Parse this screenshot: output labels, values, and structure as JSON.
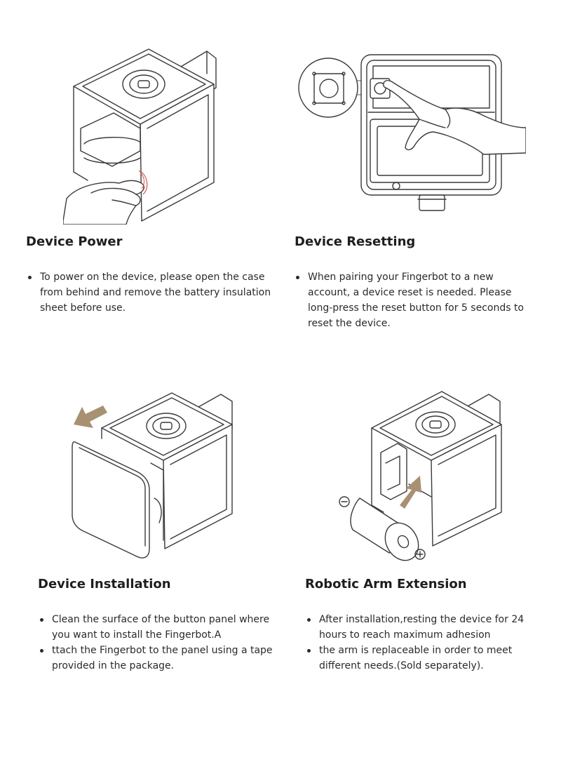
{
  "sections": [
    {
      "title": "Device Power",
      "bullets": [
        "To power on the device, please open the case from behind and remove the battery insulation sheet before use."
      ]
    },
    {
      "title": "Device Resetting",
      "bullets": [
        "When pairing your Fingerbot to a new account, a device reset is needed. Please long-press the reset button for 5 seconds to reset the device."
      ]
    },
    {
      "title": "Device Installation",
      "bullets": [
        "Clean the surface of the button panel where you want to install the Fingerbot.A",
        "ttach the Fingerbot to the panel using a tape provided in the package."
      ]
    },
    {
      "title": "Robotic Arm Extension",
      "bullets": [
        "After installation,resting the device for 24 hours to reach maximum adhesion",
        "the arm is replaceable in order to meet different needs.(Sold separately)."
      ]
    }
  ],
  "colors": {
    "text": "#1f1f1f",
    "line_art": "#3a3a3a",
    "arrow": "#a89072"
  }
}
